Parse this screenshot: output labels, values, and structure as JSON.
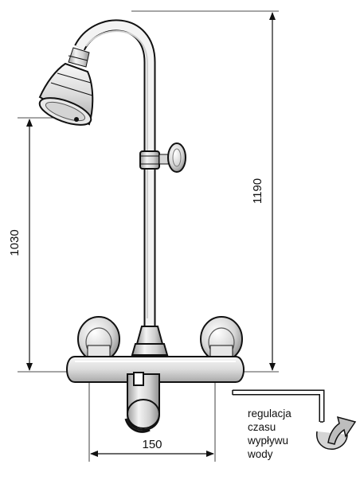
{
  "dimensions": {
    "height_total": "1190",
    "height_head": "1030",
    "width_connections": "150"
  },
  "note": {
    "lines": [
      "regulacja",
      "czasu",
      "wypływu",
      "wody"
    ]
  },
  "colors": {
    "line": "#111111",
    "chrome_light": "#f2f2f2",
    "chrome_mid": "#d9d9d9",
    "chrome_dark": "#a8a8a8",
    "arrow_fill": "#bdbdbd"
  },
  "icons": [
    "allen-key-icon",
    "rotation-arrow-icon"
  ]
}
